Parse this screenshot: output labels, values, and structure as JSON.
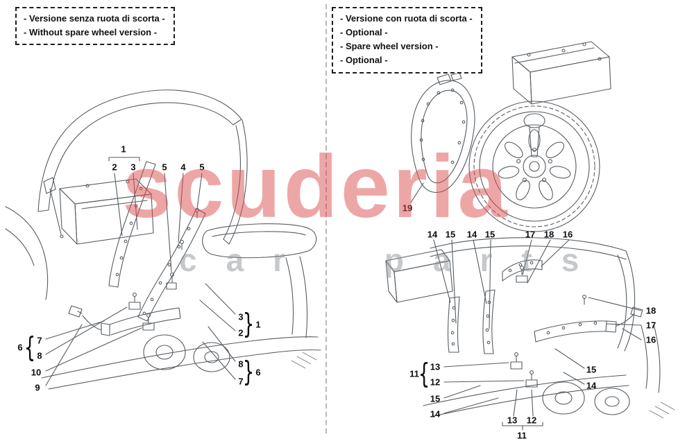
{
  "watermark": {
    "title": "scuderia",
    "subtitle": "car parts",
    "title_color": "#dd4f4f",
    "subtitle_color": "#8f9498"
  },
  "left_panel": {
    "header_lines": [
      "- Versione senza ruota di scorta -",
      "- Without spare wheel version -"
    ],
    "callouts": [
      "1",
      "2",
      "3",
      "5",
      "4",
      "5",
      "3",
      "1",
      "2",
      "8",
      "6",
      "7",
      "6",
      "7",
      "8",
      "10",
      "9"
    ]
  },
  "right_panel": {
    "header_lines": [
      "- Versione con ruota di scorta -",
      "- Optional -",
      "- Spare wheel version -",
      "- Optional -"
    ],
    "callouts": [
      "19",
      "14",
      "15",
      "14",
      "15",
      "17",
      "18",
      "16",
      "18",
      "17",
      "16",
      "11",
      "13",
      "12",
      "15",
      "14",
      "15",
      "14",
      "13",
      "12",
      "11"
    ]
  },
  "glyphs": {
    "brace_left": "{",
    "brace_right": "}"
  }
}
